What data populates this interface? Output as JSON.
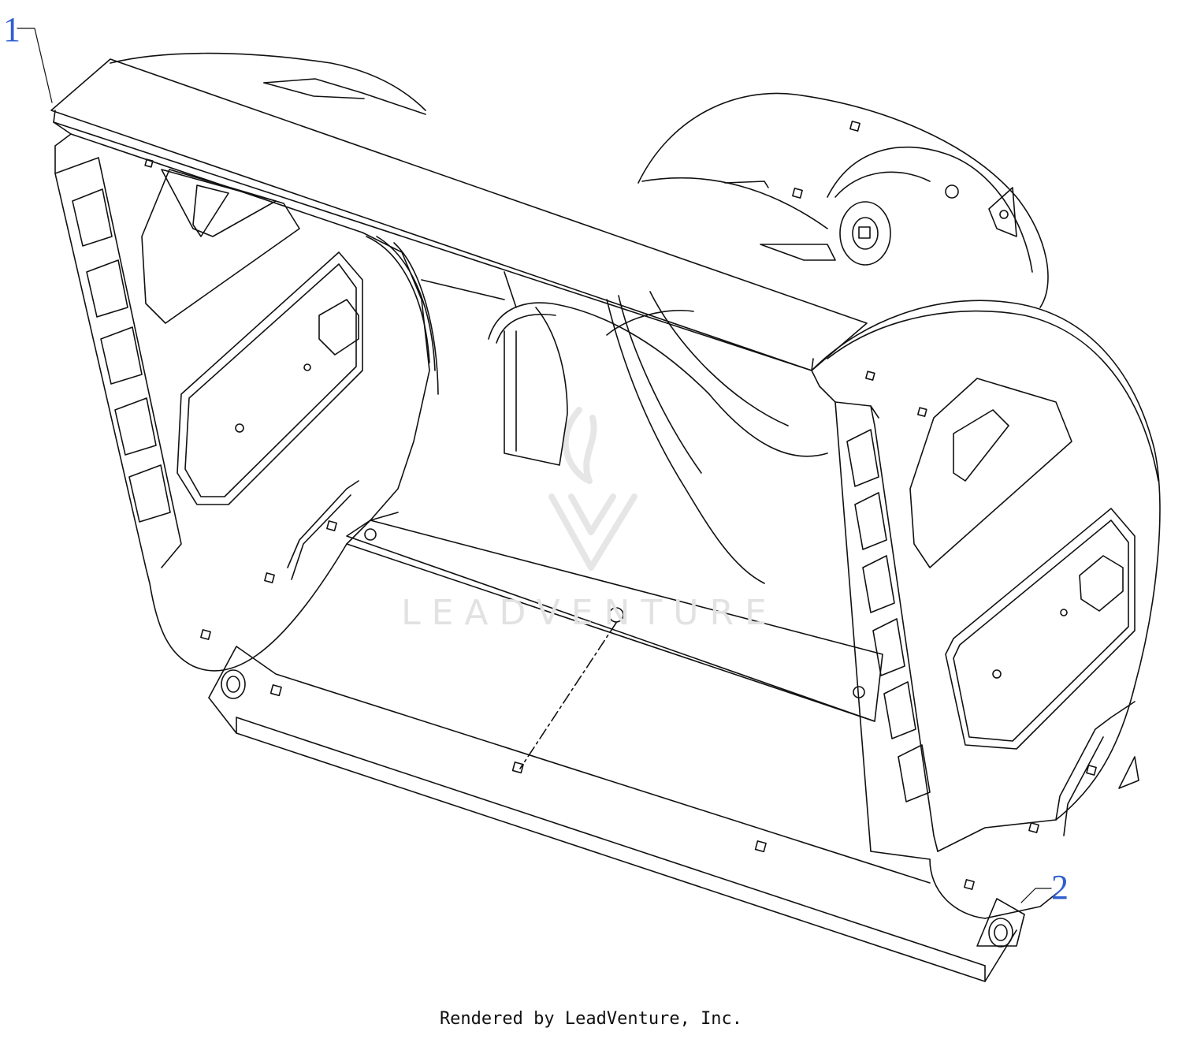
{
  "callouts": [
    {
      "label": "1"
    },
    {
      "label": "2"
    }
  ],
  "watermark": {
    "text": "LEADVENTURE"
  },
  "footer": {
    "text": "Rendered by LeadVenture, Inc."
  },
  "colors": {
    "callout": "#2f5fd0",
    "line": "#111111",
    "watermark": "#e2e2e2"
  }
}
